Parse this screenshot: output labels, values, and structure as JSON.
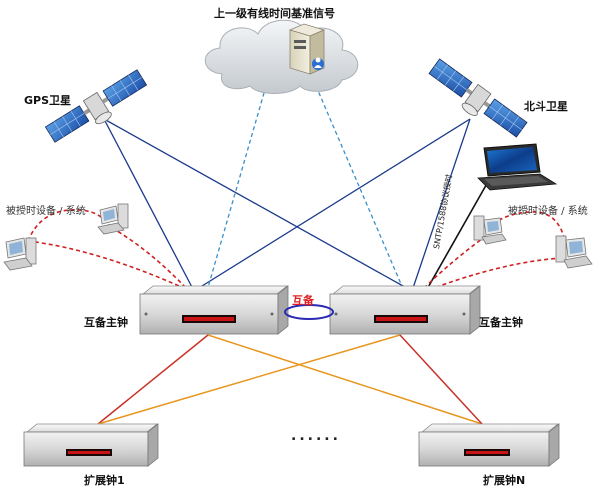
{
  "labels": {
    "upstream_signal": "上一级有线时间基准信号",
    "gps_satellite": "GPS卫星",
    "beidou_satellite": "北斗卫星",
    "master_clock_left": "互备主钟",
    "master_clock_right": "互备主钟",
    "mutual_backup": "互备",
    "timed_devices_left": "被授时设备 / 系统",
    "timed_devices_right": "被授时设备 / 系统",
    "protocol_link": "SNTP/1588协议授时",
    "extension_clock_1": "扩展钟1",
    "extension_clock_n": "扩展钟N",
    "ellipsis": "......"
  },
  "colors": {
    "satellite_link": "#1a3a8c",
    "wired_reference_link": "#3a8fc8",
    "device_link": "#d02020",
    "extension_link_red": "#c83228",
    "extension_link_orange": "#e8961e",
    "mutual_backup_ring": "#2a2ab4",
    "clock_display": "#c81414"
  },
  "icons": {
    "cloud": "cloud-icon",
    "server": "server-icon",
    "satellite": "satellite-icon",
    "laptop": "laptop-icon",
    "pc": "computer-icon",
    "rack_clock": "rack-clock-icon"
  }
}
